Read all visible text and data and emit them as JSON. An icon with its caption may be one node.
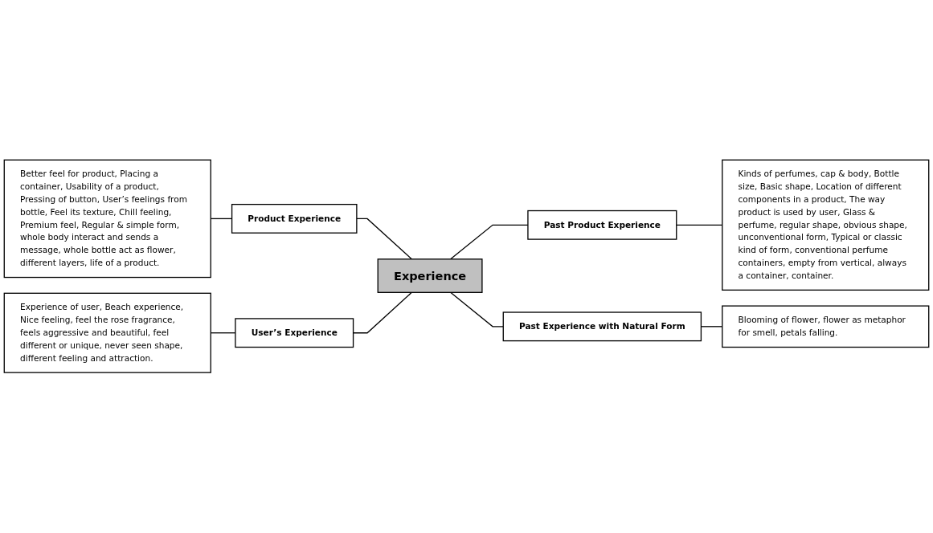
{
  "diagram": {
    "nodes": [
      {
        "text": [
          "Better feel for product, Placing a container, Usability of a product, Pressing of button, User’s feelings from bottle, Feel its texture, Chill feeling, Premium feel, Regular & simple form, whole body interact and sends a message, whole bottle act as flower, different layers, life of a product."
        ]
      },
      {
        "text": [
          "Kinds of perfumes, cap & body, Bottle size, Basic shape, Location of different components in a product, The way product is used by user, Glass & perfume, regular shape, obvious shape, unconventional form, Typical or classic kind of form, conventional perfume containers, empty from vertical, always a container, container."
        ]
      },
      {
        "text": [
          "Product Experience"
        ]
      },
      {
        "text": [
          "Past Product Experience"
        ]
      },
      {
        "text": [
          "Experience"
        ]
      },
      {
        "text": [
          "User’s Experience"
        ]
      },
      {
        "text": [
          "Past Experience with Natural Form"
        ]
      },
      {
        "text": [
          "Experience of user, Beach experience, Nice feeling, feel the rose fragrance, feels aggressive and beautiful, feel different or unique, never seen shape, different feeling and attraction."
        ]
      },
      {
        "text": [
          "Blooming of flower, flower as metaphor for smell, petals falling."
        ]
      }
    ],
    "edges": [
      {
        "from": 0,
        "to": 2,
        "arrow": "none"
      },
      {
        "from": 2,
        "to": 4,
        "arrow": "none"
      },
      {
        "from": 4,
        "to": 3,
        "arrow": "none"
      },
      {
        "from": 3,
        "to": 1,
        "arrow": "none"
      },
      {
        "from": 5,
        "to": 4,
        "arrow": "none"
      },
      {
        "from": 4,
        "to": 6,
        "arrow": "none"
      },
      {
        "from": 7,
        "to": 5,
        "arrow": "none"
      },
      {
        "from": 6,
        "to": 8,
        "arrow": "none"
      }
    ]
  }
}
